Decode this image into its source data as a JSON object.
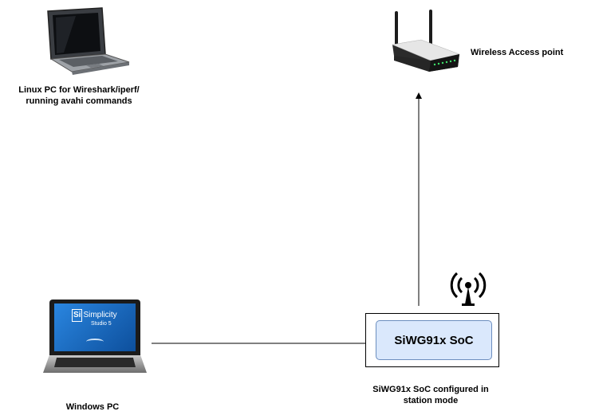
{
  "diagram": {
    "nodes": {
      "linux_pc": {
        "label_line1": "Linux PC for Wireshark/iperf/",
        "label_line2": "running avahi commands"
      },
      "access_point": {
        "label": "Wireless Access point"
      },
      "windows_pc": {
        "label": "Windows PC",
        "screen_brand": "Simplicity",
        "screen_brand_prefix": "Si",
        "screen_subtitle": "Studio 5"
      },
      "soc": {
        "chip_label": "SiWG91x SoC",
        "caption_line1": "SiWG91x SoC configured in",
        "caption_line2": "station mode"
      }
    },
    "edges": [
      {
        "from": "soc",
        "to": "access_point",
        "style": "arrow"
      },
      {
        "from": "windows_pc",
        "to": "soc",
        "style": "line"
      }
    ]
  },
  "colors": {
    "chip_fill": "#dae8fc",
    "chip_stroke": "#6c8ebf",
    "screen_blue": "#1a6fc4",
    "line": "#000000"
  }
}
